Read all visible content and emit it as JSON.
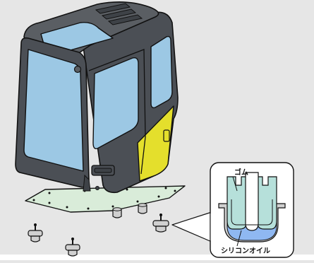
{
  "detail": {
    "labels": {
      "rubber": "ゴム",
      "silicone_oil": "シリコンオイル"
    }
  },
  "colors": {
    "background": "#e6e6e6",
    "cab_body": "#4b4f55",
    "cab_roof": "#5a5e63",
    "glass": "#9cc8e4",
    "accent_panel": "#e4df2c",
    "base_plate": "#d9ecd9",
    "mount_metal": "#d0d0d0",
    "rubber_fill": "#b6e0da",
    "oil_fill": "#8fb8f2",
    "outline": "#111111"
  },
  "parts": {
    "loose_mount_count": 3,
    "attached_mount_count": 2
  }
}
